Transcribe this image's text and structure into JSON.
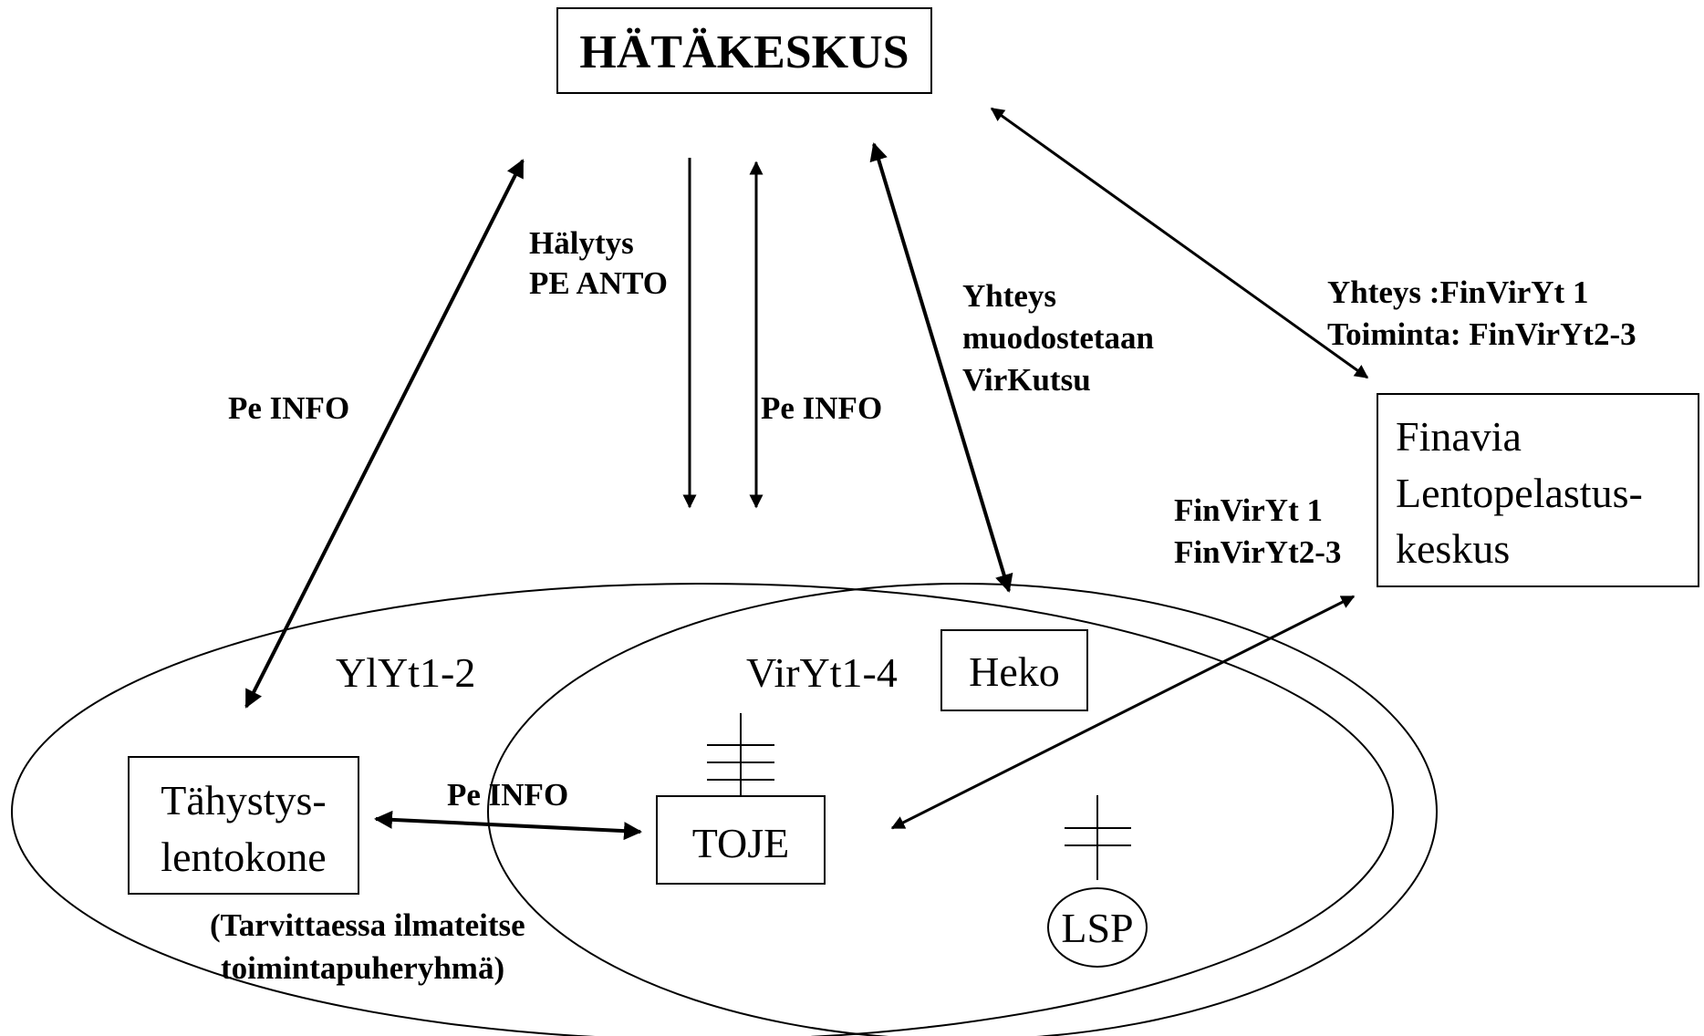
{
  "nodes": {
    "hatakeskus": "HÄTÄKESKUS",
    "finavia": [
      "Finavia",
      "Lentopelastus-",
      "keskus"
    ],
    "heko": "Heko",
    "tahystys": [
      "Tähystys-",
      "lentokone"
    ],
    "toje": "TOJE",
    "lsp": "LSP"
  },
  "groups": {
    "ylyt": "YlYt1-2",
    "viryt": "VirYt1-4"
  },
  "labels": {
    "halytys": [
      "Hälytys",
      "PE ANTO"
    ],
    "pe_info_left": "Pe INFO",
    "pe_info_center": "Pe INFO",
    "pe_info_bottom": "Pe INFO",
    "yhteys_virkutsu": [
      "Yhteys",
      "muodostetaan",
      "VirKutsu"
    ],
    "yhteys_finviryt": [
      "Yhteys :FinVirYt 1",
      "Toiminta: FinVirYt2-3"
    ],
    "finviryt_lower": [
      "FinVirYt 1",
      "FinVirYt2-3"
    ],
    "tarvittaessa": [
      "(Tarvittaessa ilmateitse",
      "toimintapuheryhmä)"
    ]
  }
}
